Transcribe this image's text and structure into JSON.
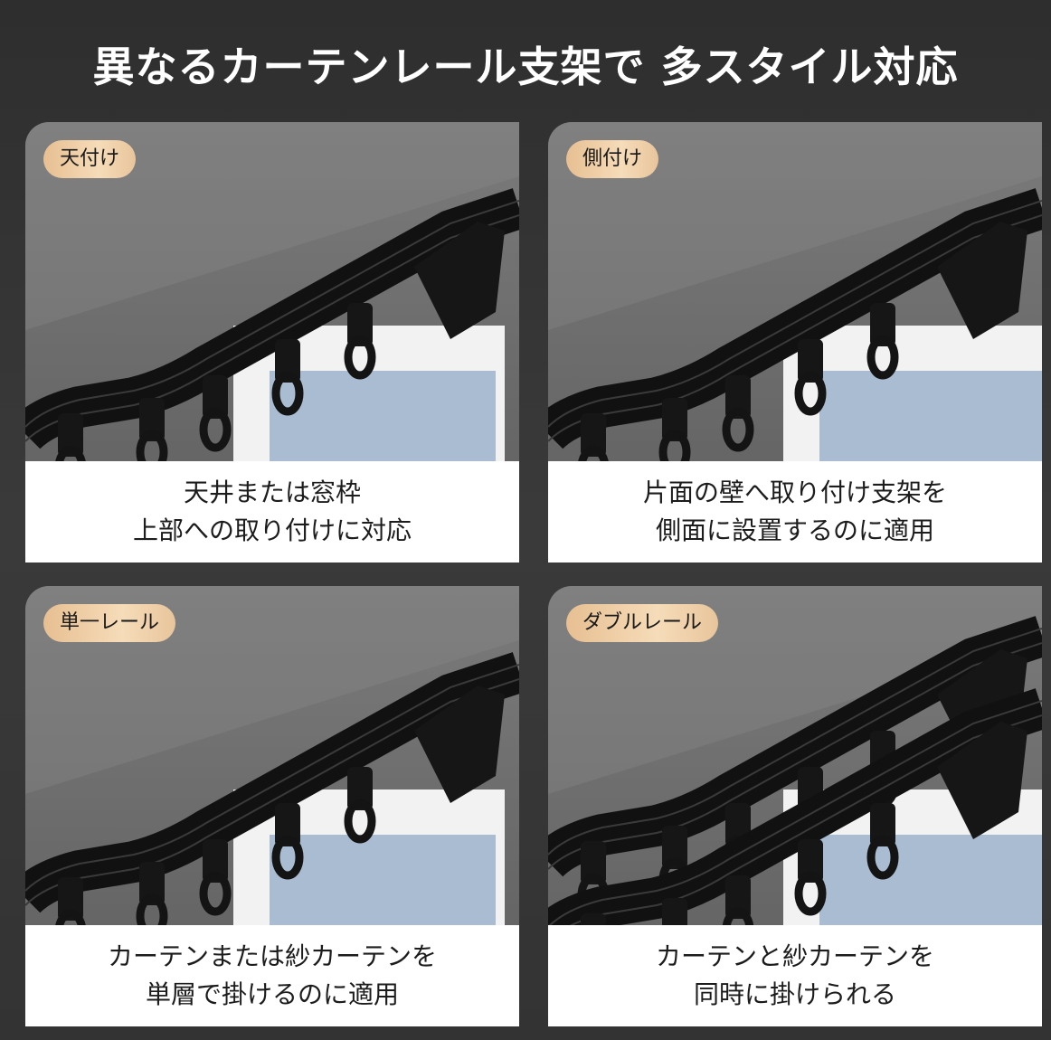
{
  "title": "異なるカーテンレール支架で 多スタイル対応",
  "panels": [
    {
      "badge": "天付け",
      "line1": "天井または窓枠",
      "line2": "上部への取り付けに対応",
      "double": false
    },
    {
      "badge": "側付け",
      "line1": "片面の壁へ取り付け支架を",
      "line2": "側面に設置するのに適用",
      "double": false
    },
    {
      "badge": "単一レール",
      "line1": "カーテンまたは紗カーテンを",
      "line2": "単層で掛けるのに適用",
      "double": false
    },
    {
      "badge": "ダブルレール",
      "line1": "カーテンと紗カーテンを",
      "line2": "同時に掛けられる",
      "double": true
    }
  ],
  "colors": {
    "badge": "#f0d0a8",
    "rail": "#1a1a1a",
    "wall": "#727272"
  }
}
